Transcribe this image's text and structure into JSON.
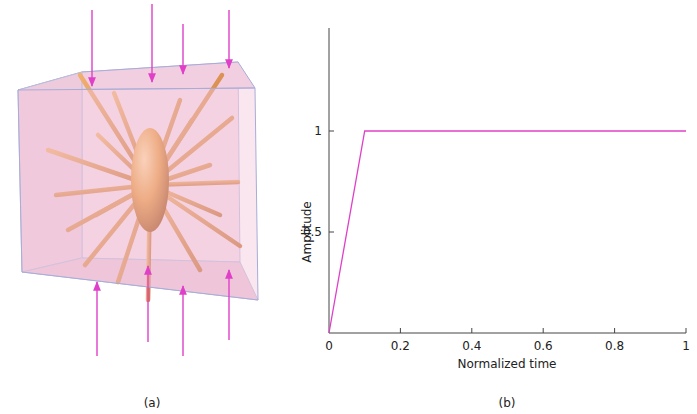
{
  "diagram": {
    "labels": [
      "(a)",
      "(b)",
      "Amplitude",
      "Normalized time",
      "1",
      "0.5",
      "0",
      "0.2",
      "0.4",
      "0.6",
      "0.8",
      "1"
    ]
  }
}
